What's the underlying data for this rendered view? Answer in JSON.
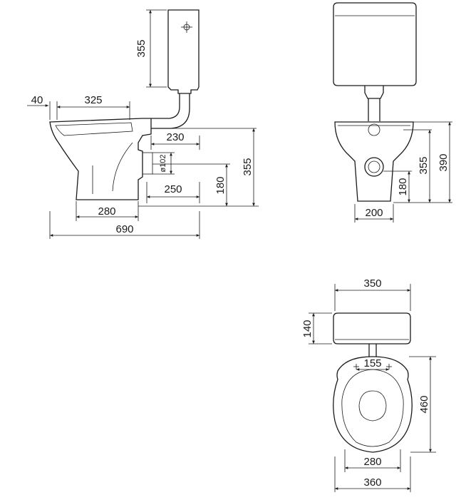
{
  "dimensions": {
    "side_tank_height": "355",
    "side_rim_offset": "40",
    "side_bowl_length": "325",
    "side_outlet_depth": "230",
    "side_outlet_diameter": "ø102",
    "side_outlet_center": "250",
    "side_outlet_height": "180",
    "side_bowl_height": "355",
    "side_base_length": "280",
    "side_total_length": "690",
    "front_outlet_height": "180",
    "front_bowl_height": "355",
    "front_inlet_height": "390",
    "front_base_width": "200",
    "top_tank_width": "350",
    "top_tank_depth": "140",
    "top_fixing_spacing": "155",
    "top_bowl_length": "460",
    "top_base_width": "280",
    "top_bowl_width": "360"
  }
}
